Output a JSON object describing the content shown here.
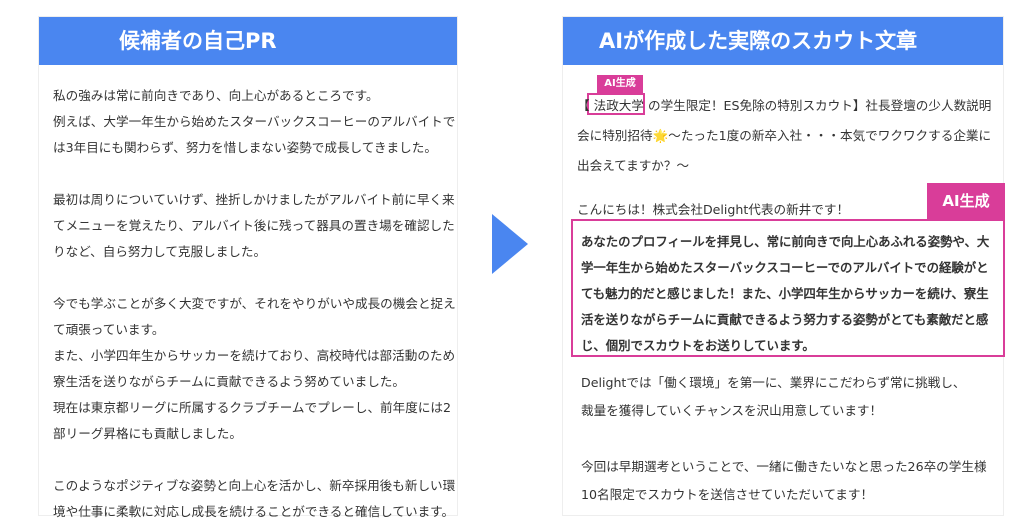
{
  "left": {
    "header": "候補者の自己PR",
    "lines": [
      "私の強みは常に前向きであり、向上心があるところです。",
      "例えば、大学一年生から始めたスターバックスコーヒーのアルバイトで",
      "は3年目にも関わらず、努力を惜しまない姿勢で成長してきました。",
      "",
      "最初は周りについていけず、挫折しかけましたがアルバイト前に早く来",
      "てメニューを覚えたり、アルバイト後に残って器具の置き場を確認した",
      "りなど、自ら努力して克服しました。",
      "",
      "今でも学ぶことが多く大変ですが、それをやりがいや成長の機会と捉え",
      "て頑張っています。",
      "また、小学四年生からサッカーを続けており、高校時代は部活動のため",
      "寮生活を送りながらチームに貢献できるよう努めていました。",
      "現在は東京都リーグに所属するクラブチームでプレーし、前年度には2",
      "部リーグ昇格にも貢献しました。",
      "",
      "このようなポジティブな姿勢と向上心を活かし、新卒採用後も新しい環",
      "境や仕事に柔軟に対応し成長を続けることができると確信しています。"
    ]
  },
  "right": {
    "header": "AIが作成した実際のスカウト文章",
    "ai_label": "AI生成",
    "title_lines": [
      "【 法政大学 の学生限定！ES免除の特別スカウト】社長登壇の少人数説明",
      "会に特別招待🌟〜たった1度の新卒入社・・・本気でワクワクする企業に",
      "出会えてますか？〜"
    ],
    "greeting": "こんにちは！株式会社Delight代表の新井です！",
    "ai_lines": [
      "あなたのプロフィールを拝見し、常に前向きで向上心あふれる姿勢や、大",
      "学一年生から始めたスターバックスコーヒーでのアルバイトでの経験がと",
      "ても魅力的だと感じました！また、小学四年生からサッカーを続け、寮生",
      "活を送りながらチームに貢献できるよう努力する姿勢がとても素敵だと感",
      "じ、個別でスカウトをお送りしています。"
    ],
    "body_lines": [
      "Delightでは「働く環境」を第一に、業界にこだわらず常に挑戦し、",
      "裁量を獲得していくチャンスを沢山用意しています！",
      "",
      "今回は早期選考ということで、一緒に働きたいなと思った26卒の学生様",
      "10名限定でスカウトを送信させていただいてます！"
    ]
  },
  "colors": {
    "accent": "#4a86f0",
    "ai": "#d93d99"
  }
}
